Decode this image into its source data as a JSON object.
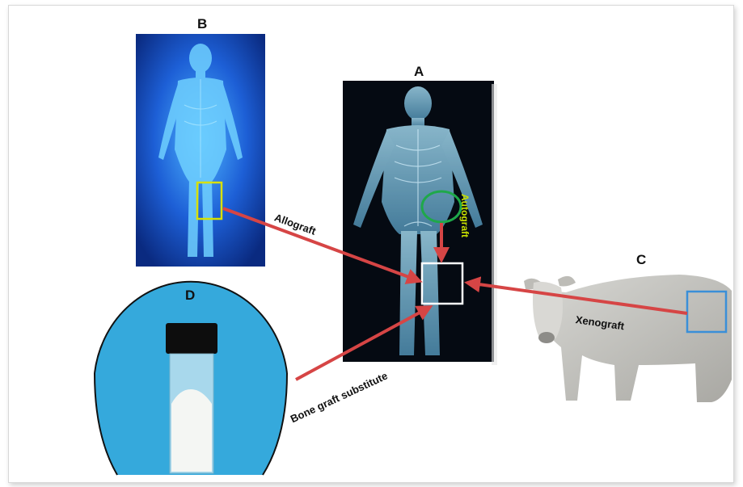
{
  "panels": {
    "a": "A",
    "b": "B",
    "c": "C",
    "d": "D"
  },
  "arrows": {
    "allograft": "Allograft",
    "autograft": "Autograft",
    "xenograft": "Xenograft",
    "bone_graft_substitute": "Bone graft substitute"
  },
  "colors": {
    "arrow": "#d64545",
    "green_circle": "#1fa84a",
    "target_box": "#ffffff",
    "allograft_box": "#d8e000",
    "xenograft_box": "#3a8fd8",
    "vial_background": "#35a9dc",
    "body_panel_dark": "#050a12",
    "body_panel_blue": "#1d5fd6"
  }
}
